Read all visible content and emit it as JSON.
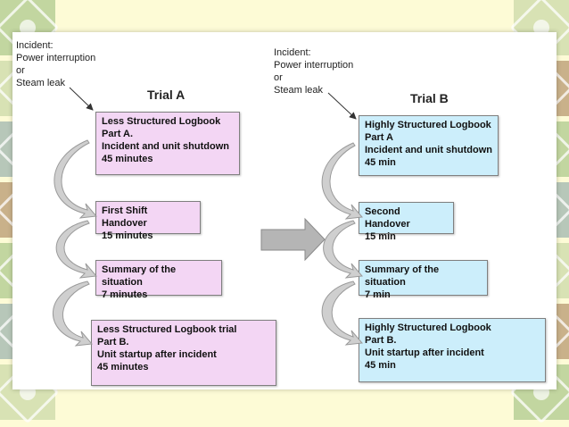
{
  "colors": {
    "page_background": "#fdfbd6",
    "trial_a_box": "#f3d6f4",
    "trial_b_box": "#cceefb",
    "connector_arrow": "#cfcfcf",
    "transition_arrow": "#9a9a9a",
    "tile_colors": [
      "#c2d6a0",
      "#d8e2b4",
      "#b7c7b9",
      "#c9b18a"
    ]
  },
  "left_incident": {
    "text": "Incident:\nPower interruption\nor\nSteam leak"
  },
  "right_incident": {
    "text": "Incident:\nPower interruption\nor\nSteam leak"
  },
  "trial_a": {
    "title": "Trial A",
    "steps": [
      {
        "text": "Less Structured Logbook\nPart A.\nIncident and unit shutdown\n45 minutes"
      },
      {
        "text": "First Shift Handover\n15 minutes"
      },
      {
        "text": "Summary of the situation\n7 minutes"
      },
      {
        "text": "Less Structured Logbook trial\nPart B.\nUnit startup after incident\n45 minutes"
      }
    ]
  },
  "trial_b": {
    "title": "Trial B",
    "steps": [
      {
        "text": "Highly Structured Logbook\nPart A\nIncident and unit shutdown\n45 min"
      },
      {
        "text": "Second Handover\n15 min"
      },
      {
        "text": "Summary of the situation\n7 min"
      },
      {
        "text": "Highly Structured Logbook\nPart B.\nUnit startup after incident\n45 min"
      }
    ]
  }
}
